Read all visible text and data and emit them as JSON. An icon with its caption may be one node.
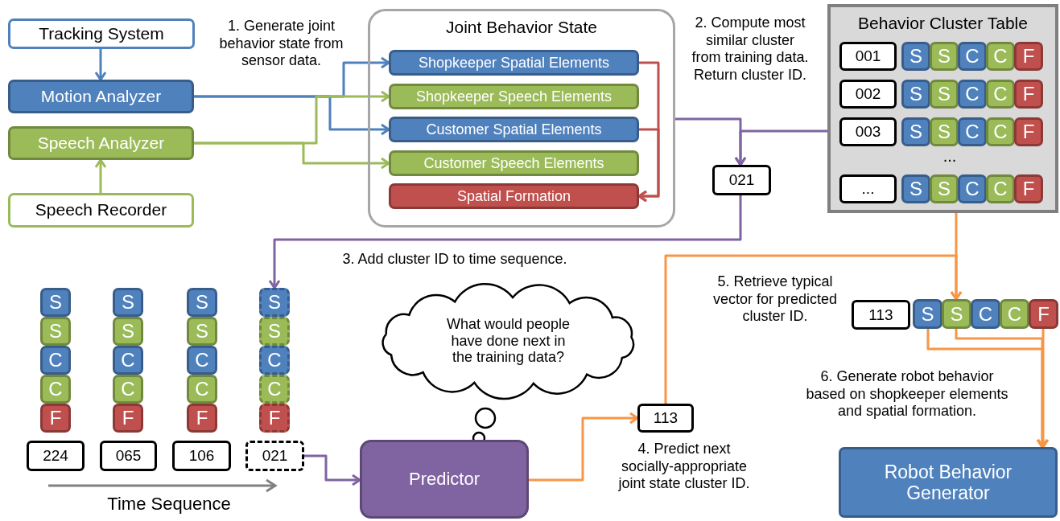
{
  "diagram": {
    "nodes": [
      {
        "text": [
          "Tracking System"
        ]
      },
      {
        "text": [
          "Motion Analyzer"
        ]
      },
      {
        "text": [
          "Speech Analyzer"
        ]
      },
      {
        "text": [
          "Speech Recorder"
        ]
      },
      {
        "text": [
          "Joint Behavior State"
        ]
      },
      {
        "text": [
          "Shopkeeper Spatial Elements"
        ],
        "in": 4
      },
      {
        "text": [
          "Shopkeeper Speech Elements"
        ],
        "in": 4
      },
      {
        "text": [
          "Customer Spatial Elements"
        ],
        "in": 4
      },
      {
        "text": [
          "Customer Speech Elements"
        ],
        "in": 4
      },
      {
        "text": [
          "Spatial Formation"
        ],
        "in": 4
      },
      {
        "text": [
          "Behavior Cluster Table"
        ]
      },
      {
        "text": [
          "001"
        ],
        "in": 10
      },
      {
        "text": [
          "S"
        ],
        "in": 10
      },
      {
        "text": [
          "S"
        ],
        "in": 10
      },
      {
        "text": [
          "C"
        ],
        "in": 10
      },
      {
        "text": [
          "C"
        ],
        "in": 10
      },
      {
        "text": [
          "F"
        ],
        "in": 10
      },
      {
        "text": [
          "002"
        ],
        "in": 10
      },
      {
        "text": [
          "S"
        ],
        "in": 10
      },
      {
        "text": [
          "S"
        ],
        "in": 10
      },
      {
        "text": [
          "C"
        ],
        "in": 10
      },
      {
        "text": [
          "C"
        ],
        "in": 10
      },
      {
        "text": [
          "F"
        ],
        "in": 10
      },
      {
        "text": [
          "003"
        ],
        "in": 10
      },
      {
        "text": [
          "S"
        ],
        "in": 10
      },
      {
        "text": [
          "S"
        ],
        "in": 10
      },
      {
        "text": [
          "C"
        ],
        "in": 10
      },
      {
        "text": [
          "C"
        ],
        "in": 10
      },
      {
        "text": [
          "F"
        ],
        "in": 10
      },
      {
        "text": [
          "..."
        ],
        "in": 10
      },
      {
        "text": [
          "S"
        ],
        "in": 10
      },
      {
        "text": [
          "S"
        ],
        "in": 10
      },
      {
        "text": [
          "C"
        ],
        "in": 10
      },
      {
        "text": [
          "C"
        ],
        "in": 10
      },
      {
        "text": [
          "F"
        ],
        "in": 10
      },
      {
        "text": [
          "021"
        ]
      },
      {
        "text": [
          "What would people have done next in the training data?"
        ]
      },
      {
        "text": [
          "S"
        ]
      },
      {
        "text": [
          "S"
        ]
      },
      {
        "text": [
          "C"
        ]
      },
      {
        "text": [
          "C"
        ]
      },
      {
        "text": [
          "F"
        ]
      },
      {
        "text": [
          "S"
        ]
      },
      {
        "text": [
          "S"
        ]
      },
      {
        "text": [
          "C"
        ]
      },
      {
        "text": [
          "C"
        ]
      },
      {
        "text": [
          "F"
        ]
      },
      {
        "text": [
          "S"
        ]
      },
      {
        "text": [
          "S"
        ]
      },
      {
        "text": [
          "C"
        ]
      },
      {
        "text": [
          "C"
        ]
      },
      {
        "text": [
          "F"
        ]
      },
      {
        "text": [
          "S"
        ]
      },
      {
        "text": [
          "S"
        ]
      },
      {
        "text": [
          "C"
        ]
      },
      {
        "text": [
          "C"
        ]
      },
      {
        "text": [
          "F"
        ]
      },
      {
        "text": [
          "224"
        ]
      },
      {
        "text": [
          "065"
        ]
      },
      {
        "text": [
          "106"
        ]
      },
      {
        "text": [
          "021"
        ]
      },
      {
        "text": [
          "113"
        ]
      },
      {
        "text": [
          "S"
        ]
      },
      {
        "text": [
          "S"
        ]
      },
      {
        "text": [
          "C"
        ]
      },
      {
        "text": [
          "C"
        ]
      },
      {
        "text": [
          "F"
        ]
      },
      {
        "text": [
          "113"
        ]
      },
      {
        "text": [
          "Predictor"
        ]
      },
      {
        "text": [
          "Robot Behavior Generator"
        ]
      }
    ],
    "edges": [
      {
        "from": 0,
        "to": 1,
        "arrow": "to",
        "color": "#4f81bd"
      },
      {
        "from": 3,
        "to": 2,
        "arrow": "to",
        "color": "#9bbb59"
      },
      {
        "from": 1,
        "to": 5,
        "arrow": "to",
        "color": "#4f81bd"
      },
      {
        "from": 1,
        "to": 7,
        "arrow": "to",
        "color": "#4f81bd"
      },
      {
        "from": 2,
        "to": 6,
        "arrow": "to",
        "color": "#9bbb59"
      },
      {
        "from": 2,
        "to": 8,
        "arrow": "to",
        "color": "#9bbb59"
      },
      {
        "from": 5,
        "to": 9,
        "arrow": "to",
        "color": "#c0504d"
      },
      {
        "from": 7,
        "to": 9,
        "arrow": "to",
        "color": "#c0504d"
      },
      {
        "from": 4,
        "to": 35,
        "arrow": "to",
        "color": "#8064a2"
      },
      {
        "from": 10,
        "to": 35,
        "arrow": "to",
        "color": "#8064a2"
      },
      {
        "from": 35,
        "to": 52,
        "arrow": "to",
        "color": "#8064a2"
      },
      {
        "from": 60,
        "to": 68,
        "arrow": "to",
        "color": "#8064a2"
      },
      {
        "from": 68,
        "to": 67,
        "arrow": "to"
      },
      {
        "from": 67,
        "to": 63,
        "arrow": "to"
      },
      {
        "from": 10,
        "to": 63,
        "arrow": "to"
      },
      {
        "from": 62,
        "to": 69,
        "arrow": "to"
      },
      {
        "from": 63,
        "to": 69,
        "arrow": "to"
      },
      {
        "from": 66,
        "to": 69,
        "arrow": "to"
      }
    ],
    "labels": [
      "1. Generate joint behavior state from sensor data.",
      "2. Compute most similar cluster from training data. Return cluster ID.",
      "...",
      "3. Add cluster ID to time sequence.",
      "5. Retrieve typical vector for predicted cluster ID.",
      "6. Generate robot behavior based on shopkeeper elements and spatial formation.",
      "4. Predict next socially-appropriate joint state cluster ID.",
      "Time Sequence"
    ]
  }
}
